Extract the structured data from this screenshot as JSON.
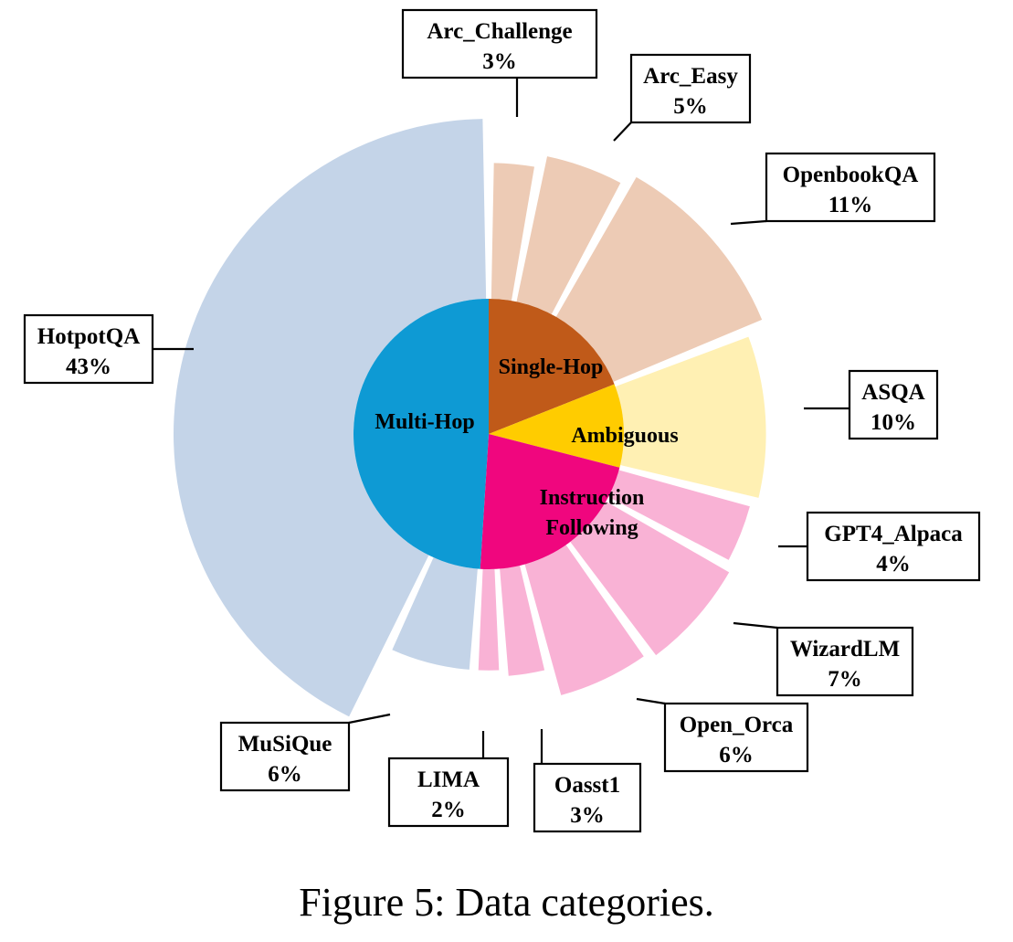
{
  "caption": "Figure 5: Data categories.",
  "chart_data": {
    "type": "pie",
    "chart_subtype": "nested-exploded-donut",
    "inner_categories": [
      {
        "name": "Single-Hop",
        "color": "#c05a19",
        "share": 0.19,
        "outer_color": "#edcbb5"
      },
      {
        "name": "Ambiguous",
        "color": "#ffcc00",
        "share": 0.1,
        "outer_color": "#fff0b3"
      },
      {
        "name": "Instruction Following",
        "color": "#f0067e",
        "share": 0.22,
        "outer_color": "#f9b2d5"
      },
      {
        "name": "Multi-Hop",
        "color": "#0e9ad4",
        "share": 0.49,
        "outer_color": "#c4d4e8"
      }
    ],
    "outer_datasets": [
      {
        "name": "Arc_Challenge",
        "percent_label": "3%",
        "value": 3,
        "category": "Single-Hop",
        "ext_radius": 0.86
      },
      {
        "name": "Arc_Easy",
        "percent_label": "5%",
        "value": 5,
        "category": "Single-Hop",
        "ext_radius": 0.9
      },
      {
        "name": "OpenbookQA",
        "percent_label": "11%",
        "value": 11,
        "category": "Single-Hop",
        "ext_radius": 0.94
      },
      {
        "name": "ASQA",
        "percent_label": "10%",
        "value": 10,
        "category": "Ambiguous",
        "ext_radius": 0.88
      },
      {
        "name": "GPT4_Alpaca",
        "percent_label": "4%",
        "value": 4,
        "category": "Instruction Following",
        "ext_radius": 0.86
      },
      {
        "name": "WizardLM",
        "percent_label": "7%",
        "value": 7,
        "category": "Instruction Following",
        "ext_radius": 0.88
      },
      {
        "name": "Open_Orca",
        "percent_label": "6%",
        "value": 6,
        "category": "Instruction Following",
        "ext_radius": 0.86
      },
      {
        "name": "Oasst1",
        "percent_label": "3%",
        "value": 3,
        "category": "Instruction Following",
        "ext_radius": 0.77
      },
      {
        "name": "LIMA",
        "percent_label": "2%",
        "value": 2,
        "category": "Instruction Following",
        "ext_radius": 0.75
      },
      {
        "name": "MuSiQue",
        "percent_label": "6%",
        "value": 6,
        "category": "Multi-Hop",
        "ext_radius": 0.75
      },
      {
        "name": "HotpotQA",
        "percent_label": "43%",
        "value": 43,
        "category": "Multi-Hop",
        "ext_radius": 1.0
      }
    ],
    "legend": "none"
  }
}
